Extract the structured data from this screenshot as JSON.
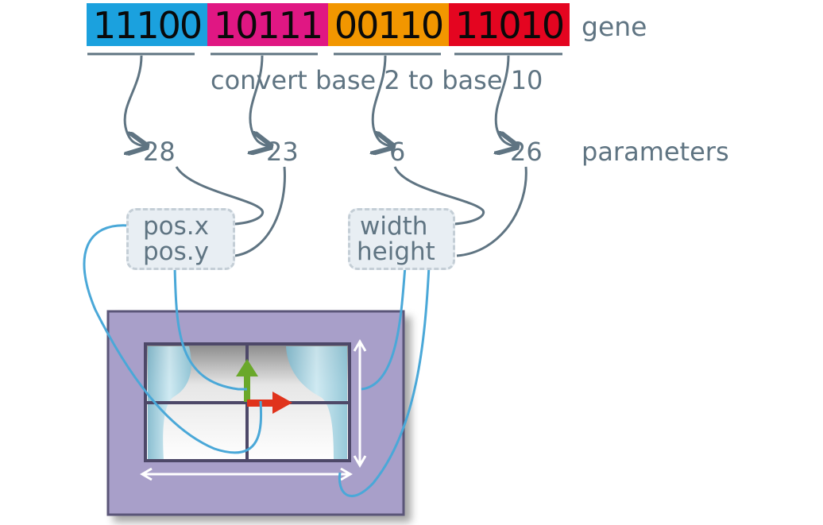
{
  "gene": {
    "segments": [
      {
        "bits": "11100",
        "color": "#1ba1de"
      },
      {
        "bits": "10111",
        "color": "#e01783"
      },
      {
        "bits": "00110",
        "color": "#f29600"
      },
      {
        "bits": "11010",
        "color": "#e40520"
      }
    ],
    "label": "gene"
  },
  "conversion_label": "convert base 2 to base 10",
  "parameters": {
    "values": [
      "28",
      "23",
      "6",
      "26"
    ],
    "label": "parameters"
  },
  "boxes": {
    "position": {
      "line1": "pos.x",
      "line2": "pos.y"
    },
    "size": {
      "line1": "width",
      "line2": "height"
    }
  },
  "colors": {
    "connector_gray": "#5f7482",
    "connector_blue": "#4aa8d8",
    "frame": "#a89fc9",
    "arrow_up": "#6aa82a",
    "arrow_right": "#e0331c"
  }
}
